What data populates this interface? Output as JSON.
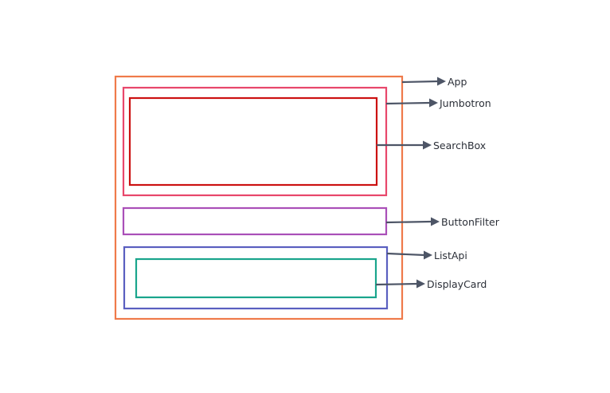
{
  "components": [
    {
      "key": "app",
      "label": "App",
      "color": "#ef7a4a"
    },
    {
      "key": "jumbotron",
      "label": "Jumbotron",
      "color": "#e8476b"
    },
    {
      "key": "searchbox",
      "label": "SearchBox",
      "color": "#cc1111"
    },
    {
      "key": "buttonfilter",
      "label": "ButtonFilter",
      "color": "#aa4fb8"
    },
    {
      "key": "listapi",
      "label": "ListApi",
      "color": "#5a5fc0"
    },
    {
      "key": "displaycard",
      "label": "DisplayCard",
      "color": "#1aa58c"
    }
  ],
  "arrow_color": "#4d5566"
}
